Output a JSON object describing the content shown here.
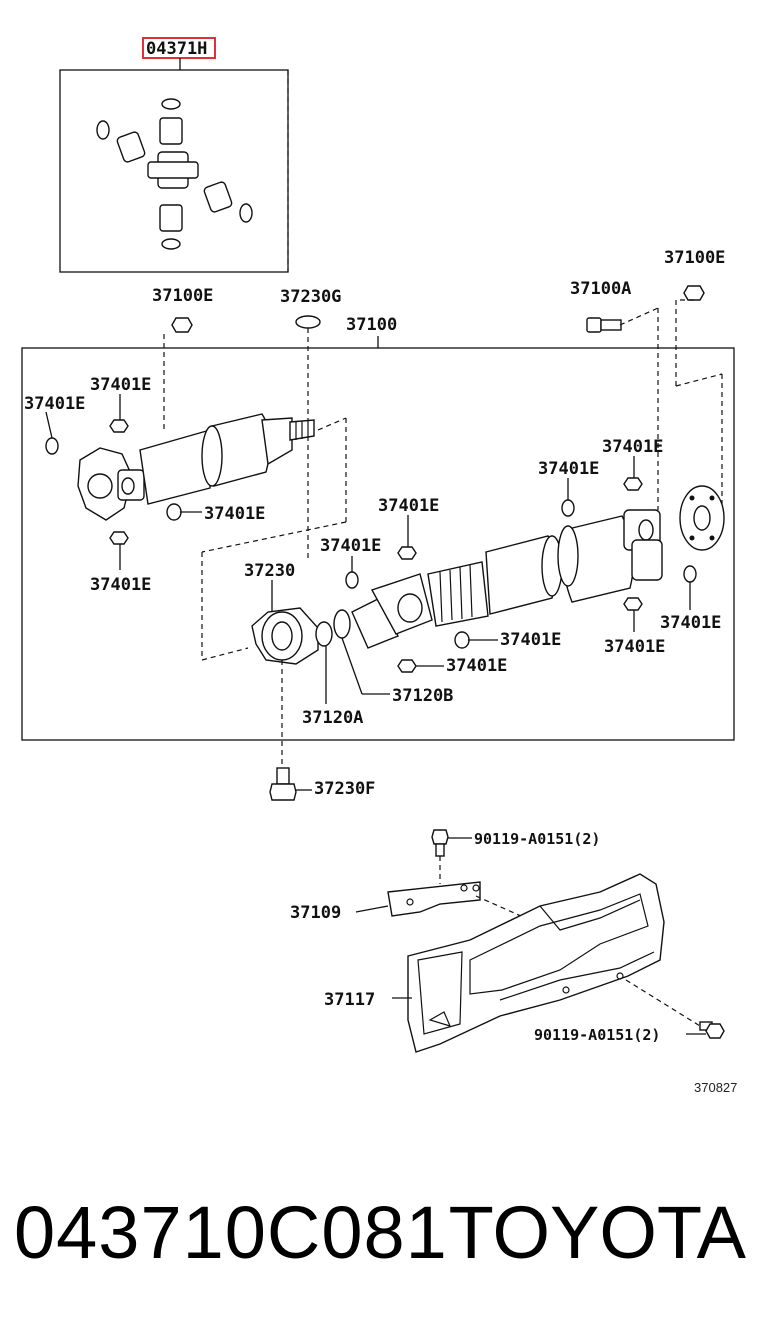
{
  "labels": {
    "kit": "04371H",
    "p37100E_left": "37100E",
    "p37230G": "37230G",
    "p37100": "37100",
    "p37100A": "37100A",
    "p37100E_right": "37100E",
    "p37401E_a": "37401E",
    "p37401E_b": "37401E",
    "p37401E_c": "37401E",
    "p37401E_d": "37401E",
    "p37401E_e": "37401E",
    "p37401E_f": "37401E",
    "p37401E_g": "37401E",
    "p37401E_h": "37401E",
    "p37401E_i": "37401E",
    "p37401E_j": "37401E",
    "p37401E_k": "37401E",
    "p37401E_l": "37401E",
    "p37230": "37230",
    "p37120B": "37120B",
    "p37120A": "37120A",
    "p37230F": "37230F",
    "p90119_top": "90119-A0151(2)",
    "p37109": "37109",
    "p37117": "37117",
    "p90119_bottom": "90119-A0151(2)",
    "drawing_code": "370827"
  },
  "footer": {
    "part_number": "043710C081",
    "brand": "TOYOTA"
  },
  "colors": {
    "highlight": "#e0313a",
    "ink": "#111111"
  }
}
